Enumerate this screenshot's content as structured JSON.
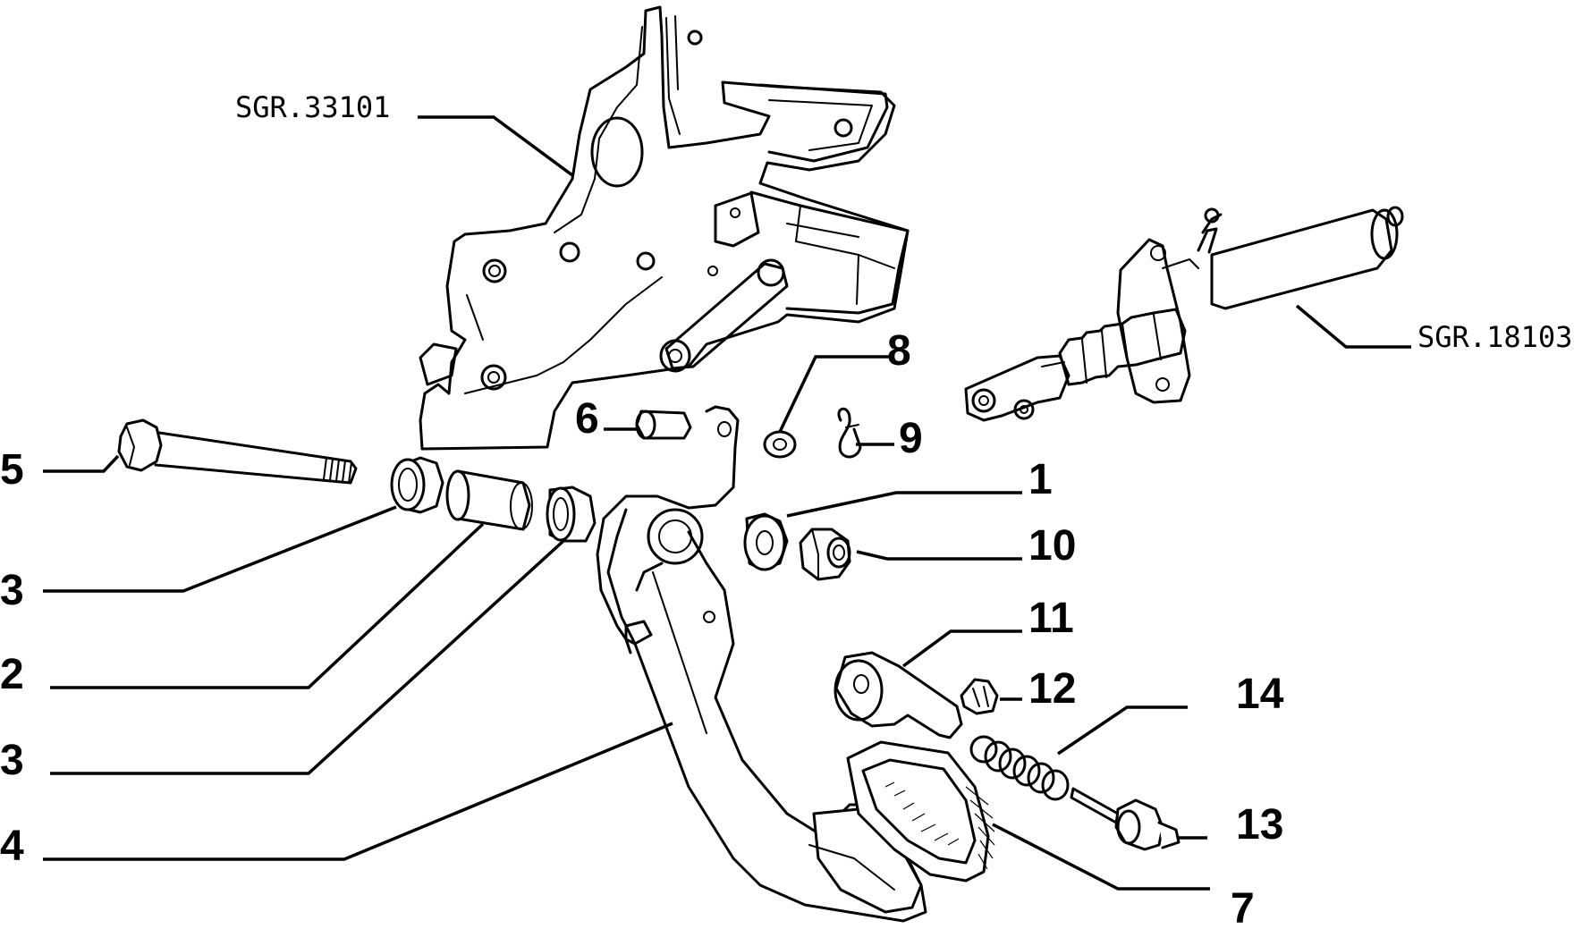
{
  "references": {
    "pedal_bracket": "SGR.33101",
    "master_cylinder": "SGR.18103"
  },
  "callouts": [
    {
      "id": "c1",
      "label": "1"
    },
    {
      "id": "c2",
      "label": "2"
    },
    {
      "id": "c3a",
      "label": "3"
    },
    {
      "id": "c3b",
      "label": "3"
    },
    {
      "id": "c4",
      "label": "4"
    },
    {
      "id": "c5",
      "label": "5"
    },
    {
      "id": "c6",
      "label": "6"
    },
    {
      "id": "c7",
      "label": "7"
    },
    {
      "id": "c8",
      "label": "8"
    },
    {
      "id": "c9",
      "label": "9"
    },
    {
      "id": "c10",
      "label": "10"
    },
    {
      "id": "c11",
      "label": "11"
    },
    {
      "id": "c12",
      "label": "12"
    },
    {
      "id": "c13",
      "label": "13"
    },
    {
      "id": "c14",
      "label": "14"
    }
  ]
}
